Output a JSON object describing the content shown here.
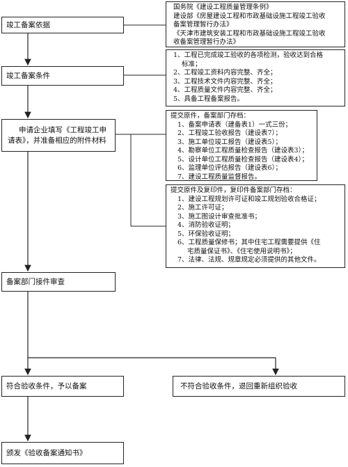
{
  "steps": {
    "filing_basis": "竣工备案依据",
    "filing_conditions": "竣工备案条件",
    "apply_fill_form_line1": "申请企业填写《工程竣工申",
    "apply_fill_form_line2": "请表》，并准备相应的附件材料",
    "dept_review": "备案部门接件审查",
    "approve": "符合验收条件，予以备案",
    "reject": "不符合验收条件，退回重新组织验收",
    "issue_notice": "颁发《验收备案通知书》"
  },
  "basis_notes": [
    "国务院《建设工程质量管理条例》",
    "建设部《房屋建设工程和市政基础设施工程竣工验收",
    "备案管理暂行办法》",
    "《天津市建筑安装工程和市政基础设施工程竣工验收",
    "收备案管理暂行办法》"
  ],
  "conditions": [
    "1、工程已完成竣工验收的各项检测，验收达到合格",
    "标准；",
    "2、工程竣工资料内容完整、齐全；",
    "3、工程技术文件内容完整、齐全；",
    "4、工程质量文件内容完整、齐全；",
    "5、具备工程备案报告。"
  ],
  "originals": {
    "header": "提交原件，备案部门存档：",
    "items": [
      "1、备案申请表（建备表1）一式三份；",
      "2、工程竣工验收报告（建设表7）；",
      "3、施工单位竣工报告（建设表5）；",
      "4、勘察单位工程质量检查报告（建设表3）；",
      "5、设计单位工程质量检查报告（建设表4）；",
      "6、监理单位评估报告（建设表6）；",
      "7、建设工程质量监督报告。"
    ]
  },
  "copies": {
    "header": "提交原件及复印件，复印件备案部门存档：",
    "items": [
      "1、建设工程规划许可证和竣工规划验收合格证；",
      "2、施工许可证；",
      "3、施工图设计审查批准书；",
      "4、消防验收证明；",
      "5、环保验收证明；",
      "6、工程质量保修书；其中住宅工程需要提供《住",
      "宅质量保证书》、《住宅使用说明书》；",
      "7、法律、法规、规章规定必须提供的其他文件。"
    ]
  }
}
